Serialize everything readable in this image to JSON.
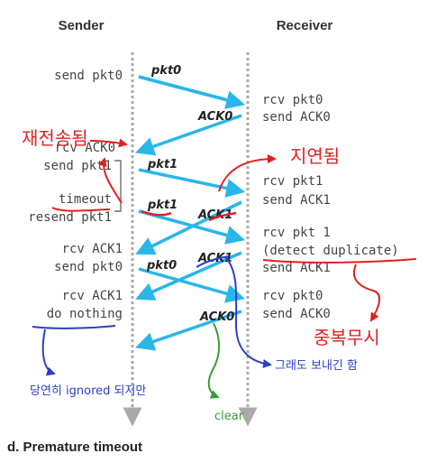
{
  "headers": {
    "sender": "Sender",
    "receiver": "Receiver"
  },
  "sender_events": {
    "e1": "send pkt0",
    "e2": "rcv ACK0",
    "e3": "send pkt1",
    "e4": "timeout",
    "e5": "resend pkt1",
    "e6": "rcv ACK1",
    "e7": "send pkt0",
    "e8": "rcv ACK1",
    "e9": "do nothing"
  },
  "receiver_events": {
    "r1": "rcv pkt0",
    "r2": "send ACK0",
    "r3": "rcv pkt1",
    "r4": "send ACK1",
    "r5": "rcv pkt 1",
    "r6": "(detect duplicate)",
    "r7": "send ACK1",
    "r8": "rcv pkt0",
    "r9": "send ACK0"
  },
  "messages": {
    "m1": "pkt0",
    "m2": "ACK0",
    "m3": "pkt1",
    "m4": "pkt1",
    "m5": "ACK1",
    "m6": "ACK1",
    "m7": "pkt0",
    "m8": "ACK0"
  },
  "annotations": {
    "retransmitted": "재전송됨",
    "delayed": "지연됨",
    "ignore_duplicate": "중복무시",
    "sent_anyway": "그래도 보내긴 함",
    "ignored_naturally": "당연히 ignored 되지만",
    "clear": "clear"
  },
  "caption": "d. Premature timeout",
  "colors": {
    "arrow": "#29b6e8",
    "annotation_red": "#e02020",
    "annotation_blue": "#2b3fc7",
    "annotation_green": "#3a9a3a"
  }
}
